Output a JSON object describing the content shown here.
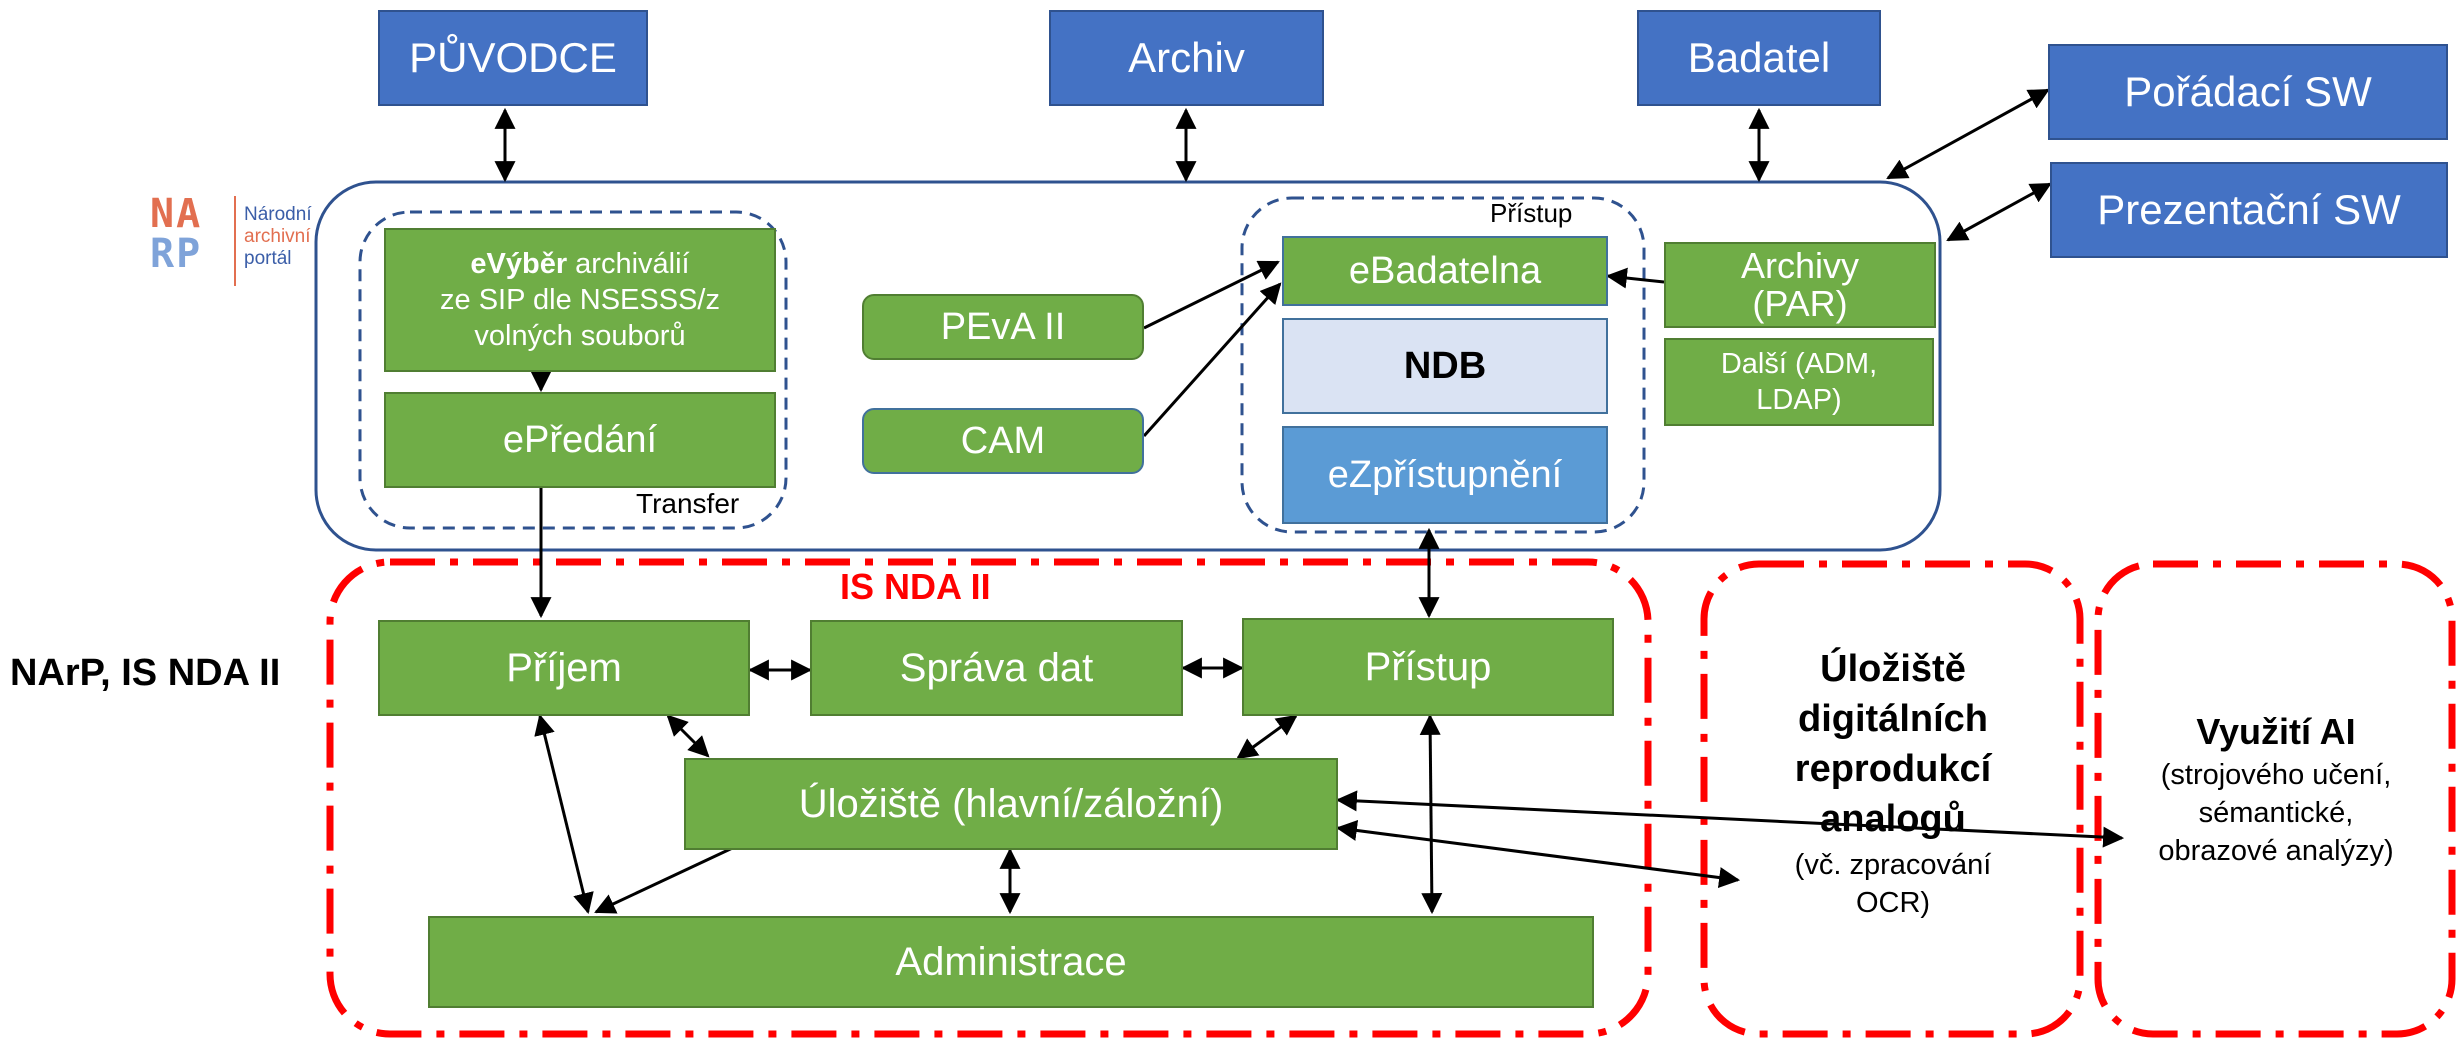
{
  "top": {
    "puvodce": "PŮVODCE",
    "archiv": "Archiv",
    "badatel": "Badatel",
    "poradaci": "Pořádací SW",
    "prezentacni": "Prezentační SW"
  },
  "logo": {
    "letters": "NARP",
    "line1": "Národní",
    "line2": "archivní",
    "line3": "portál"
  },
  "transfer": {
    "evyber_bold": "eVýběr",
    "evyber_rest": " archiválií",
    "evyber_line2": "ze SIP dle NSESSS/z",
    "evyber_line3": "volných souborů",
    "epredani": "ePředání",
    "group_label": "Transfer"
  },
  "middle": {
    "peva": "PEvA II",
    "cam": "CAM"
  },
  "pristup_group": {
    "label": "Přístup",
    "ebadatelna": "eBadatelna",
    "ndb": "NDB",
    "ezpristupneni": "eZpřístupnění"
  },
  "right_inner": {
    "archivy": "Archivy\n(PAR)",
    "dalsi": "Další (ADM,\nLDAP)"
  },
  "nda": {
    "title": "IS NDA II",
    "side_label": "NArP, IS NDA II",
    "prijem": "Příjem",
    "sprava": "Správa dat",
    "pristup": "Přístup",
    "uloziste": "Úložiště (hlavní/záložní)",
    "administrace": "Administrace"
  },
  "digital": {
    "bold": "Úložiště\ndigitálních\nreprodukcí\nanalogů",
    "normal": "(vč. zpracování\nOCR)"
  },
  "ai": {
    "bold": "Využití AI",
    "normal": "(strojového učení,\nsémantické,\nobrazové analýzy)"
  },
  "colors": {
    "blue_box": "#4472c4",
    "green_box": "#70ad47",
    "light_blue_box": "#5b9bd5",
    "ndb_fill": "#dae3f3",
    "red_dash": "#ff0000",
    "frame": "#2f528f"
  }
}
